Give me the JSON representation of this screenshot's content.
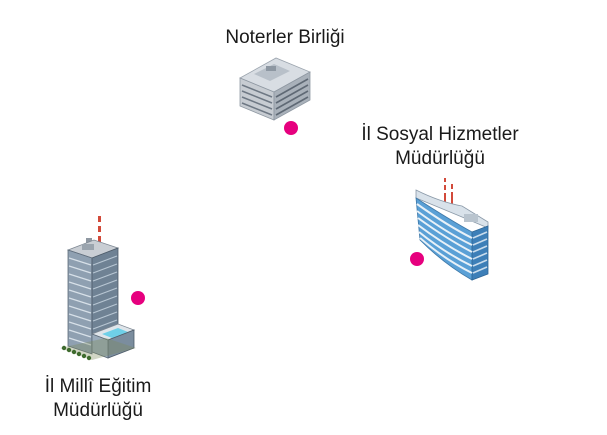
{
  "locations": [
    {
      "id": "noterler",
      "label_lines": [
        "Noterler Birliği"
      ],
      "icon": "low-office-building-icon"
    },
    {
      "id": "sosyal",
      "label_lines": [
        "İl Sosyal Hizmetler",
        "Müdürlüğü"
      ],
      "icon": "curved-glass-tower-icon"
    },
    {
      "id": "egitim",
      "label_lines": [
        "İl Millî Eğitim",
        "Müdürlüğü"
      ],
      "icon": "skyscraper-icon"
    }
  ],
  "marker_color": "#e6007e"
}
